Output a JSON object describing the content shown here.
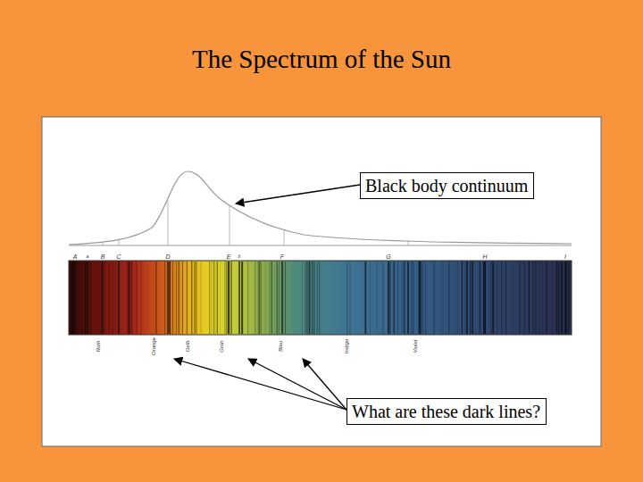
{
  "diagram": {
    "title": "The Spectrum of the Sun",
    "nodes": [
      {
        "text": [
          "Black body continuum"
        ]
      },
      {
        "text": [
          "What are these dark lines?"
        ]
      }
    ],
    "labels": [
      "A",
      "a",
      "B",
      "C",
      "D",
      "E",
      "b",
      "F",
      "G",
      "H",
      "I",
      "Roth",
      "Orange",
      "Gelb",
      "Grün",
      "Blau",
      "Indigo",
      "Violet"
    ]
  }
}
